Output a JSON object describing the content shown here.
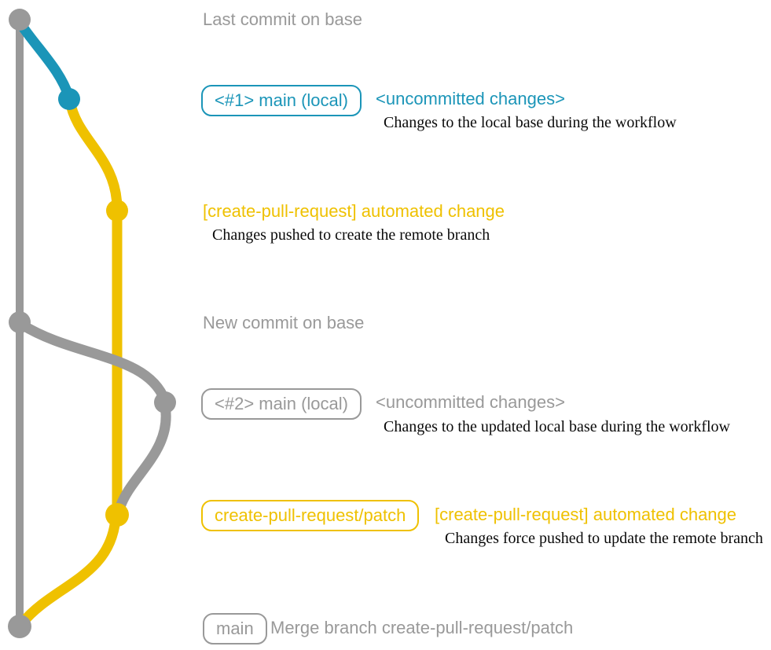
{
  "colors": {
    "gray": "#999999",
    "blue": "#1B95B8",
    "yellow": "#EFC100",
    "text_dark": "#0a0a0a",
    "background": "#ffffff"
  },
  "graph": {
    "description": "git branch graph: gray base branch, blue local-main commit, yellow create-pull-request/patch branch",
    "commit_dots": [
      {
        "name": "last-commit-on-base",
        "color": "gray"
      },
      {
        "name": "local-main-commit-1",
        "color": "blue"
      },
      {
        "name": "patch-branch-commit-1",
        "color": "yellow"
      },
      {
        "name": "new-commit-on-base",
        "color": "gray"
      },
      {
        "name": "local-main-commit-2",
        "color": "gray"
      },
      {
        "name": "patch-branch-commit-2",
        "color": "yellow"
      },
      {
        "name": "merge-commit-on-base",
        "color": "gray"
      }
    ]
  },
  "rows": {
    "r1": {
      "label": "Last commit on base"
    },
    "r2": {
      "badge": "<#1> main (local)",
      "title": "<uncommitted changes>",
      "desc": "Changes to the local base during the workflow"
    },
    "r3": {
      "title": "[create-pull-request] automated change",
      "desc": "Changes pushed to create the remote branch"
    },
    "r4": {
      "label": "New commit on base"
    },
    "r5": {
      "badge": "<#2> main (local)",
      "title": "<uncommitted changes>",
      "desc": "Changes to the updated local base during the workflow"
    },
    "r6": {
      "badge": "create-pull-request/patch",
      "title": "[create-pull-request] automated change",
      "desc": "Changes force pushed to update the remote branch"
    },
    "r7": {
      "badge": "main",
      "title": "Merge branch create-pull-request/patch"
    }
  }
}
